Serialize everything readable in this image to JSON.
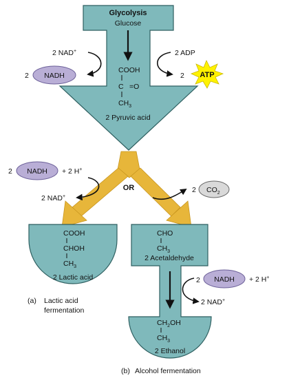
{
  "glycolysis": {
    "title": "Glycolysis",
    "glucose": "Glucose",
    "nad_in": "2 NAD",
    "nad_plus": "+",
    "nadh_coef": "2",
    "nadh": "NADH",
    "adp": "2 ADP",
    "atp_coef": "2",
    "atp": "ATP",
    "pyruvate_struct": [
      "COOH",
      "C",
      "=O",
      "CH",
      "3"
    ],
    "pyruvate": "2 Pyruvic acid",
    "or": "OR"
  },
  "lactic": {
    "nadh_coef": "2",
    "nadh": "NADH",
    "h_in": "+ 2 H",
    "nad_out": "2 NAD",
    "struct": [
      "COOH",
      "CHOH",
      "CH",
      "3"
    ],
    "product": "2 Lactic acid",
    "caption_letter": "(a)",
    "caption_line1": "Lactic acid",
    "caption_line2": "fermentation"
  },
  "alcohol": {
    "co2_coef": "2",
    "co2": "CO",
    "co2_sub": "2",
    "struct_top": [
      "CHO",
      "CH",
      "3"
    ],
    "intermediate": "2 Acetaldehyde",
    "nadh_coef": "2",
    "nadh": "NADH",
    "h_in": "+ 2 H",
    "nad_out": "2 NAD",
    "struct_bottom": [
      "CH",
      "2",
      "OH",
      "CH",
      "3"
    ],
    "product": "2 Ethanol",
    "caption_letter": "(b)",
    "caption": "Alcohol fermentation"
  },
  "colors": {
    "shape_fill": "#7fb9bb",
    "arrow_gold": "#e7b63a",
    "nadh_oval": "#b9aed6",
    "atp_star": "#fff200",
    "co2_oval": "#d9d9d9"
  }
}
